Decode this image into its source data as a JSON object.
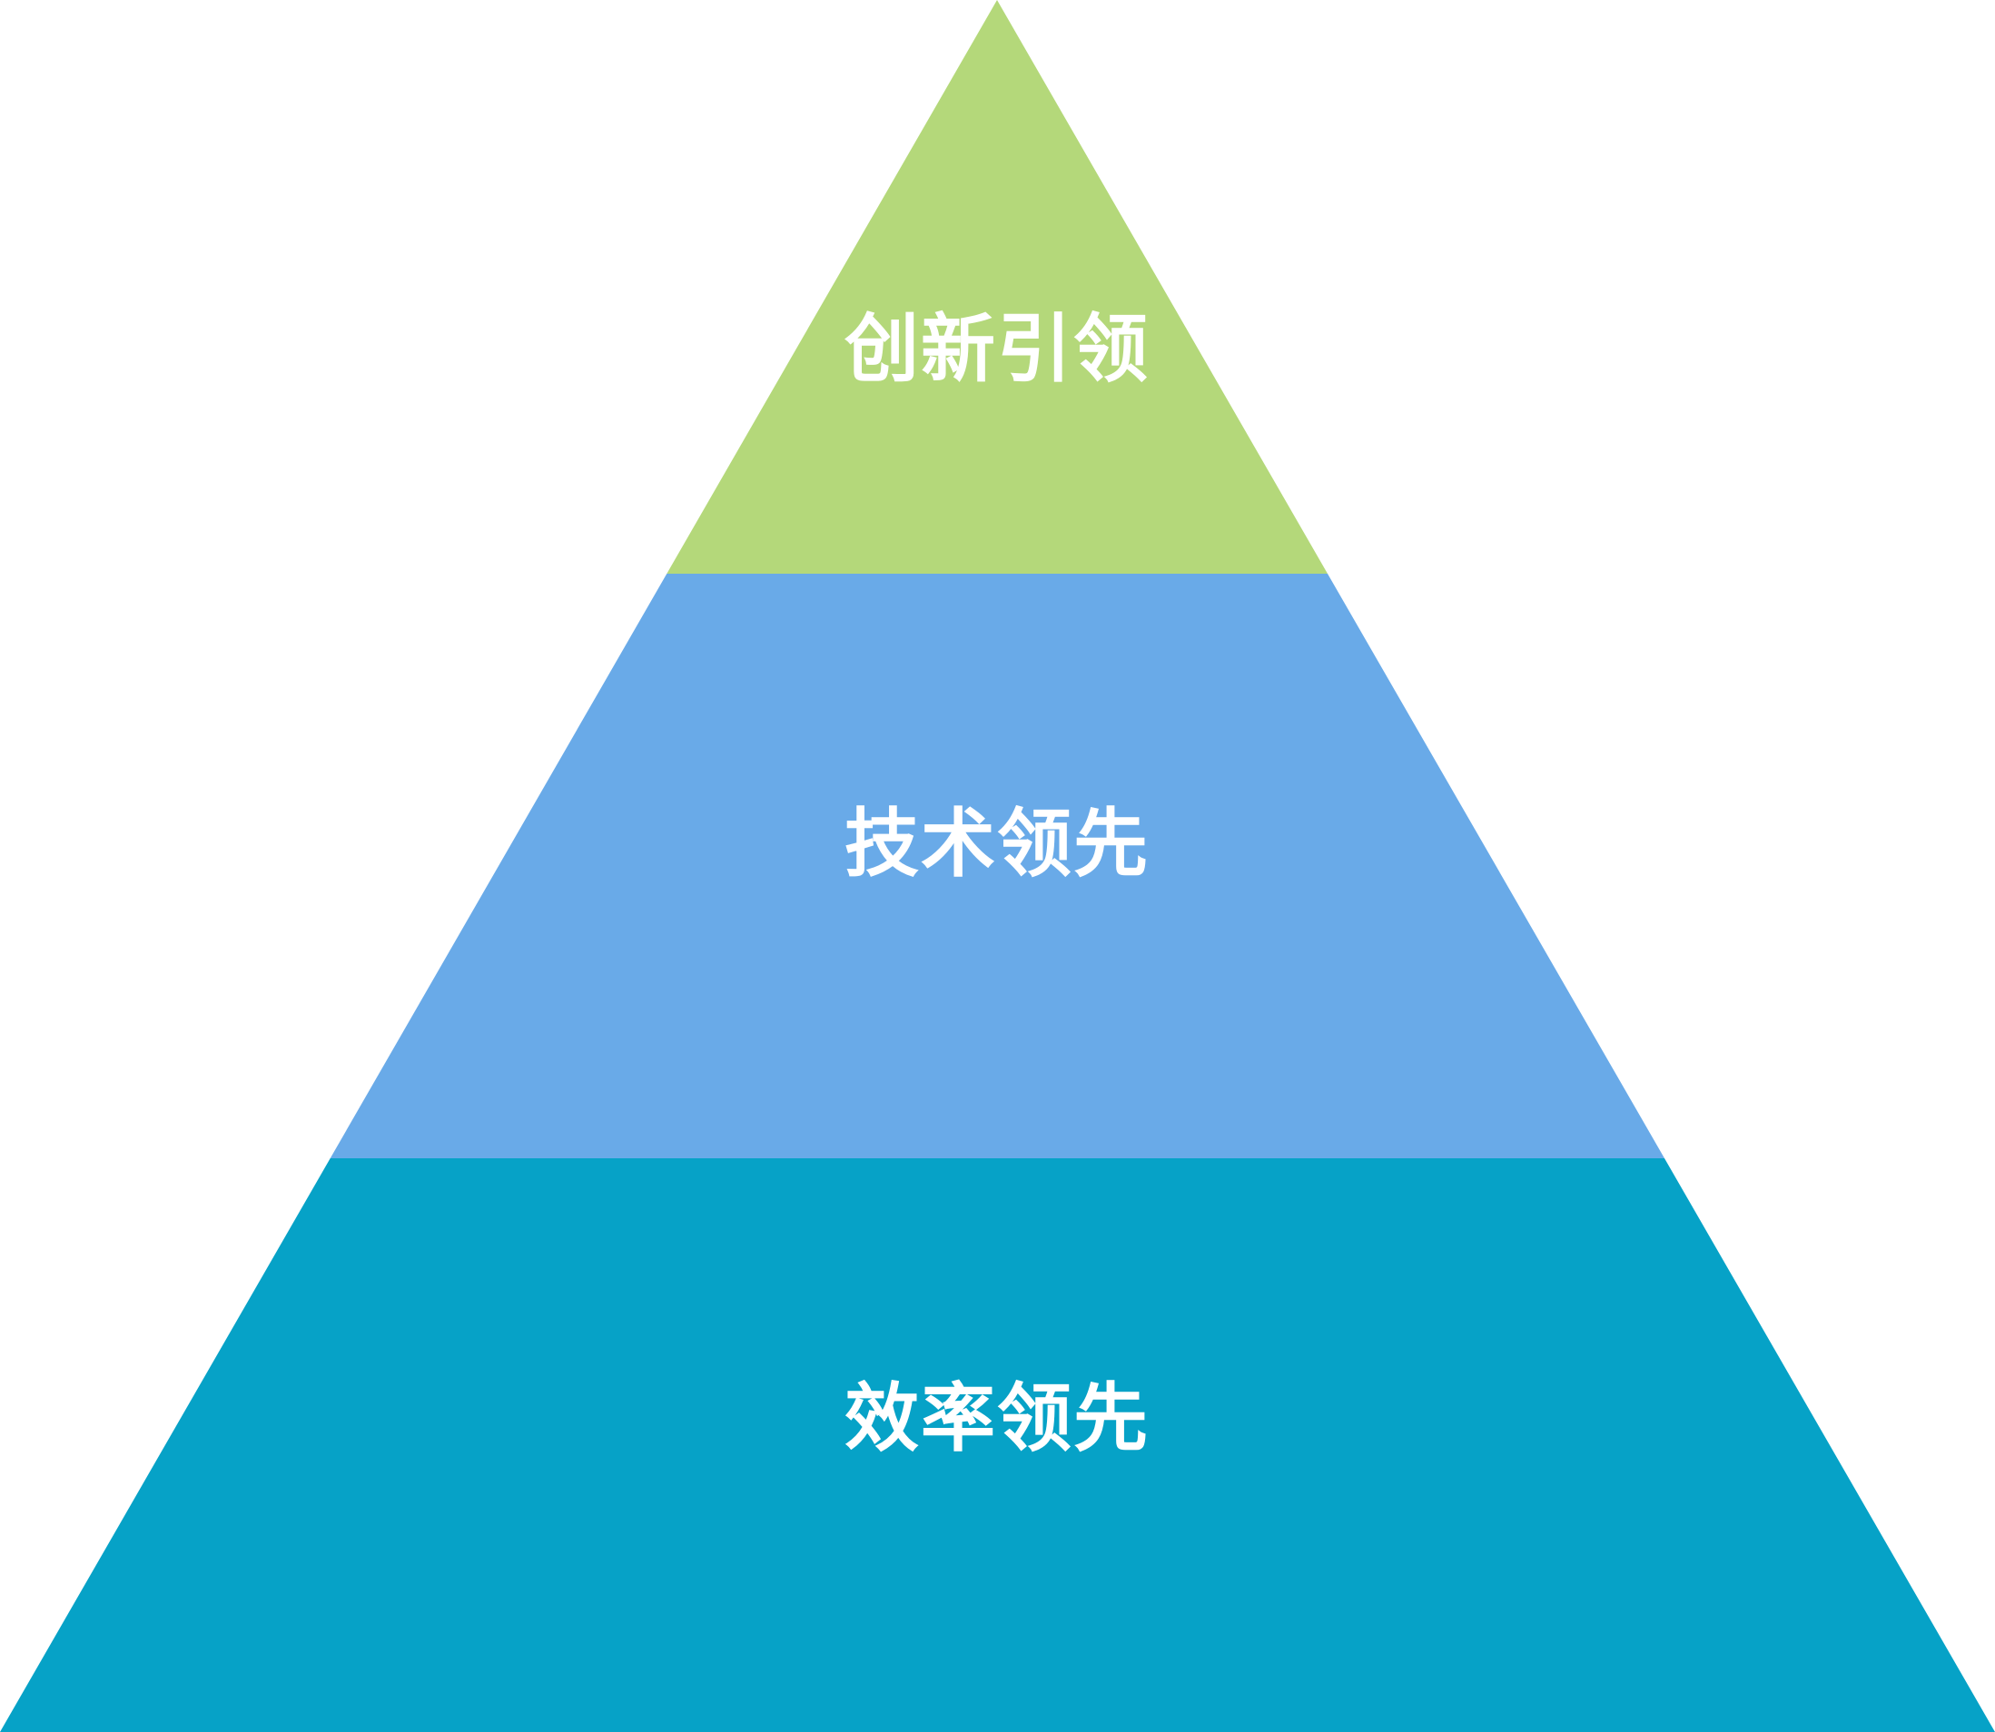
{
  "pyramid": {
    "tiers": [
      {
        "label": "创新引领",
        "color": "#b4d87a"
      },
      {
        "label": "技术领先",
        "color": "#69aae8"
      },
      {
        "label": "效率领先",
        "color": "#06a2c7"
      }
    ]
  }
}
